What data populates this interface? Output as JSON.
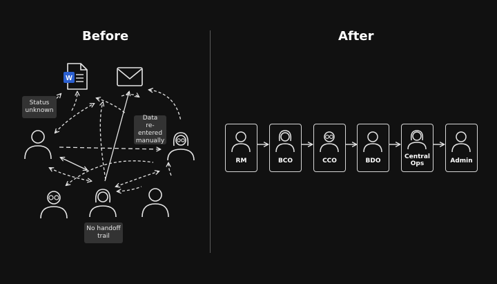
{
  "before": {
    "title": "Before",
    "labels": {
      "status": "Status\nunknown",
      "data": "Data\nre-entered\nmanually",
      "handoff": "No handoff\ntrail"
    },
    "icons": [
      "word-document-icon",
      "mail-icon"
    ]
  },
  "after": {
    "title": "After",
    "roles": [
      "RM",
      "BCO",
      "CCO",
      "BDO",
      "Central\nOps",
      "Admin"
    ]
  },
  "colors": {
    "background": "#111111",
    "line": "#e6e6e6",
    "label_bg": "#333333",
    "word_blue": "#2b5fd0"
  }
}
